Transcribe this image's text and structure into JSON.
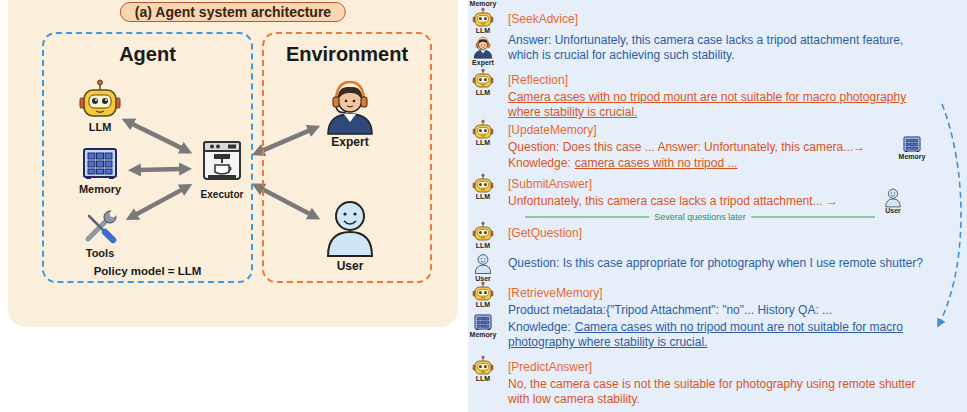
{
  "diagram": {
    "nodes": [
      {
        "text": [
          "(a) Agent system architecture"
        ]
      },
      {
        "text": [
          "Agent",
          "Policy model = LLM"
        ],
        "in": 0
      },
      {
        "text": [
          "LLM"
        ],
        "in": 1
      },
      {
        "text": [
          "Memory"
        ],
        "in": 1
      },
      {
        "text": [
          "Tools"
        ],
        "in": 1
      },
      {
        "text": [
          "Executor"
        ],
        "in": 1
      },
      {
        "text": [
          "Environment"
        ],
        "in": 0
      },
      {
        "text": [
          "Expert"
        ],
        "in": 6
      },
      {
        "text": [
          "User"
        ],
        "in": 6
      }
    ],
    "edges": [
      {
        "from": 2,
        "to": 5,
        "arrow": "both"
      },
      {
        "from": 3,
        "to": 5,
        "arrow": "both"
      },
      {
        "from": 4,
        "to": 5,
        "arrow": "both"
      },
      {
        "from": 5,
        "to": 7,
        "arrow": "both"
      },
      {
        "from": 5,
        "to": 8,
        "arrow": "both"
      }
    ],
    "labels": [
      "Memory",
      "[SeekAdvice]",
      "LLM",
      "Answer: Unfortunately, this camera case lacks a tripod attachment feature, which is crucial for achieving such stability.",
      "Expert",
      "[Reflection]",
      "LLM",
      "Camera cases with no tripod mount are not suitable for macro photography where stability is crucial.",
      "[UpdateMemory]",
      "LLM",
      "Question: Does this case ... Answer: Unfortunately, this camera...→",
      "Memory",
      "Knowledge:",
      "camera cases with no tripod ...",
      "[SubmitAnswer]",
      "LLM",
      "Unfortunately, this camera case lacks a tripod attachment... →",
      "User",
      "Several questions later",
      "[GetQuestion]",
      "LLM",
      "Question: Is this case appropriate for photography when I use remote shutter?",
      "User",
      "[RetrieveMemory]",
      "LLM",
      "Product metadata:{\"Tripod Attachment\": \"no\"... History QA: ...",
      "Knowledge:",
      "Camera cases with no tripod mount are not suitable for macro photography where stability is crucial.",
      "Memory",
      "[PredictAnswer]",
      "LLM",
      "No, the camera case is not the suitable for photography using remote shutter with low camera stability."
    ]
  }
}
